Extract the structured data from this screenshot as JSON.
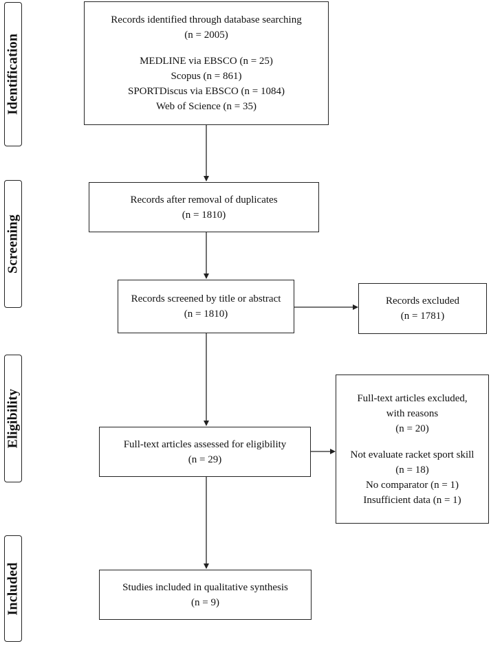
{
  "stages": {
    "identification": "Identification",
    "screening": "Screening",
    "eligibility": "Eligibility",
    "included": "Included"
  },
  "identified": {
    "title": "Records identified through database searching",
    "count": "(n = 2005)",
    "sources": [
      "MEDLINE via EBSCO (n = 25)",
      "Scopus (n = 861)",
      "SPORTDiscus via EBSCO (n = 1084)",
      "Web of Science (n = 35)"
    ]
  },
  "duplicates_removed": {
    "title": "Records after removal of duplicates",
    "count": "(n = 1810)"
  },
  "screened": {
    "title": "Records screened by title or abstract",
    "count": "(n = 1810)"
  },
  "excluded": {
    "title": "Records excluded",
    "count": "(n = 1781)"
  },
  "assessed": {
    "title": "Full-text articles assessed for eligibility",
    "count": "(n = 29)"
  },
  "fulltext_excluded": {
    "title_line1": "Full-text articles excluded,",
    "title_line2": "with reasons",
    "count": "(n = 20)",
    "reason1_line1": "Not evaluate racket sport skill",
    "reason1_line2": "(n = 18)",
    "reason2": "No comparator (n = 1)",
    "reason3": "Insufficient data (n = 1)"
  },
  "included": {
    "title": "Studies included in qualitative synthesis",
    "count": "(n = 9)"
  }
}
